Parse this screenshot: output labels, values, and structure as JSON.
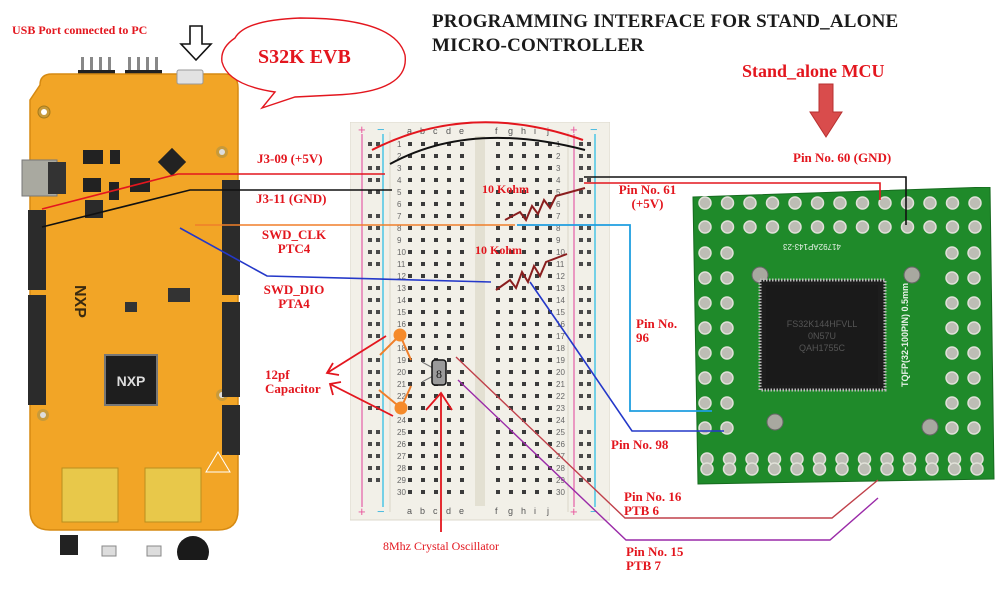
{
  "title": {
    "line1": "PROGRAMMING INTERFACE FOR STAND_ALONE",
    "line2": "MICRO-CONTROLLER"
  },
  "evb": {
    "usb_label": "USB Port connected to PC",
    "bubble_label": "S32K EVB",
    "logo": "NXP"
  },
  "mcu": {
    "label": "Stand_alone MCU",
    "chip_marking": [
      "FS32K144HFVLL",
      "0N57U",
      "QAH1755C"
    ],
    "board_text_vertical": "TQFP(32-100PIN) 0.5mm",
    "board_text_top": "41792AP143-23"
  },
  "connections": {
    "j3_09": "J3-09 (+5V)",
    "j3_11": "J3-11 (GND)",
    "swd_clk": [
      "SWD_CLK",
      "PTC4"
    ],
    "swd_dio": [
      "SWD_DIO",
      "PTA4"
    ],
    "pin60": "Pin No. 60 (GND)",
    "pin61": [
      "Pin No. 61",
      "(+5V)"
    ],
    "pin96": [
      "Pin No.",
      "96"
    ],
    "pin98": "Pin No. 98",
    "pin16": [
      "Pin No. 16",
      "PTB 6"
    ],
    "pin15": [
      "Pin No. 15",
      "PTB 7"
    ]
  },
  "components": {
    "resistor1": "10 Kohm",
    "resistor2": "10 Kohm",
    "capacitor": [
      "12pf",
      "Capacitor"
    ],
    "crystal": "8Mhz Crystal Oscillator",
    "crystal_mark": "8"
  },
  "breadboard": {
    "columns_left": [
      "a",
      "b",
      "c",
      "d",
      "e"
    ],
    "columns_right": [
      "f",
      "g",
      "h",
      "i",
      "j"
    ],
    "plus": "+",
    "minus": "−"
  },
  "colors": {
    "label_red": "#e3161e",
    "wire_red": "#e3161e",
    "wire_black": "#111111",
    "wire_orange": "#f07f2a",
    "wire_cyan": "#1f9ee0",
    "wire_blue": "#2438c9",
    "wire_purple": "#9a2aa8",
    "wire_darkred": "#c0404a",
    "resistor": "#8a1e1e",
    "pcb_green": "#1f8a2a",
    "evb_orange": "#f2a526"
  }
}
